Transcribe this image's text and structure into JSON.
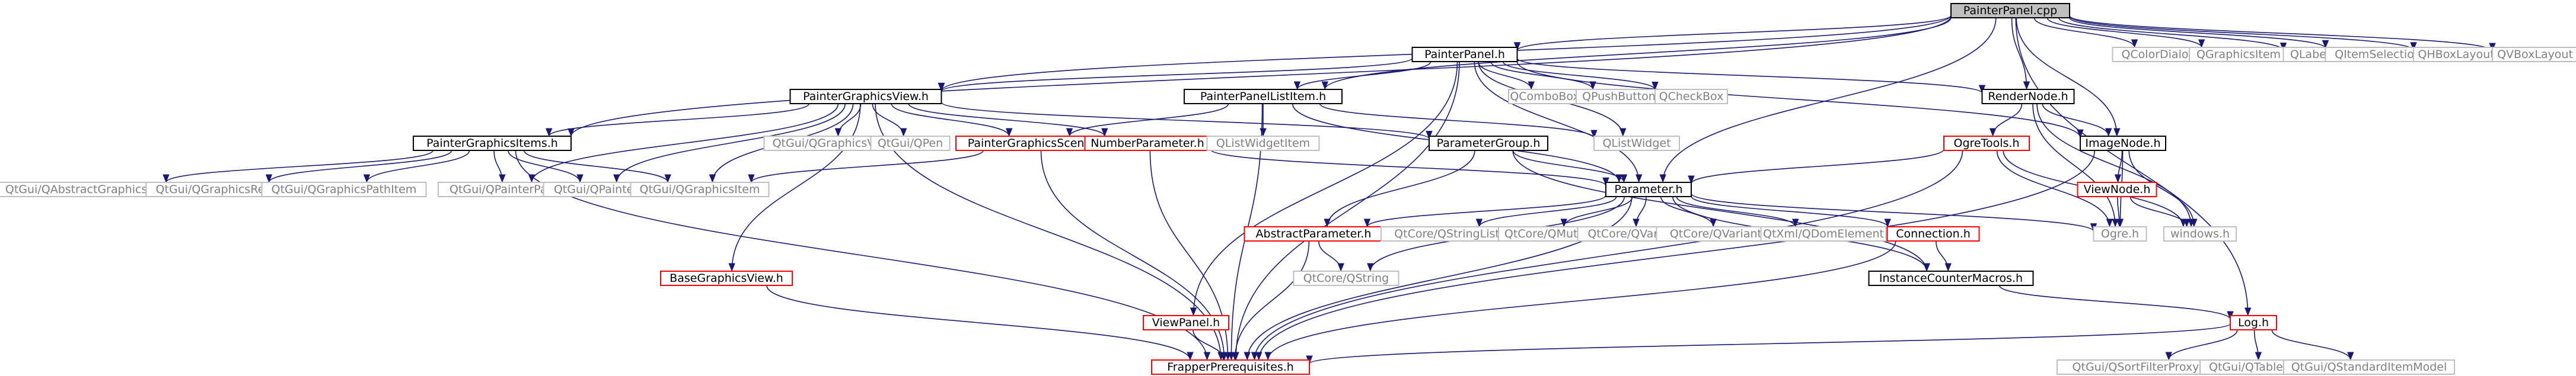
{
  "colors": {
    "edge": "#191970",
    "text_default": "#000000",
    "text_external": "#7f7f7f",
    "border_default": "#000000",
    "border_missing": "#ff0000",
    "border_external": "#bfbfbf",
    "fill_root": "#bfbfbf",
    "fill_default": "#ffffff"
  },
  "nodes": [
    {
      "id": "root",
      "label": "PainterPanel.cpp",
      "style": "root"
    },
    {
      "id": "ppanel_h",
      "label": "PainterPanel.h",
      "style": "normal"
    },
    {
      "id": "qcolordialog",
      "label": "QColorDialog",
      "style": "external"
    },
    {
      "id": "qgraphicsitem",
      "label": "QGraphicsItem",
      "style": "external"
    },
    {
      "id": "qlabel",
      "label": "QLabel",
      "style": "external"
    },
    {
      "id": "qitemselection",
      "label": "QItemSelection",
      "style": "external"
    },
    {
      "id": "qhboxlayout",
      "label": "QHBoxLayout",
      "style": "external"
    },
    {
      "id": "qvboxlayout",
      "label": "QVBoxLayout",
      "style": "external"
    },
    {
      "id": "qcombobox",
      "label": "QComboBox",
      "style": "external"
    },
    {
      "id": "qpushbutton",
      "label": "QPushButton",
      "style": "external"
    },
    {
      "id": "qcheckbox",
      "label": "QCheckBox",
      "style": "external"
    },
    {
      "id": "rendernode",
      "label": "RenderNode.h",
      "style": "normal"
    },
    {
      "id": "pgview",
      "label": "PainterGraphicsView.h",
      "style": "normal"
    },
    {
      "id": "pplistitem",
      "label": "PainterPanelListItem.h",
      "style": "normal"
    },
    {
      "id": "pgitems",
      "label": "PainterGraphicsItems.h",
      "style": "normal"
    },
    {
      "id": "qtgui_qgview",
      "label": "QtGui/QGraphicsView",
      "style": "external"
    },
    {
      "id": "qtgui_qpen",
      "label": "QtGui/QPen",
      "style": "external"
    },
    {
      "id": "pgscene",
      "label": "PainterGraphicsScene.h",
      "style": "missing"
    },
    {
      "id": "numparam",
      "label": "NumberParameter.h",
      "style": "missing"
    },
    {
      "id": "qlistwidgetitem",
      "label": "QListWidgetItem",
      "style": "external"
    },
    {
      "id": "paramgroup",
      "label": "ParameterGroup.h",
      "style": "normal"
    },
    {
      "id": "qlistwidget",
      "label": "QListWidget",
      "style": "external"
    },
    {
      "id": "ogretools",
      "label": "OgreTools.h",
      "style": "missing"
    },
    {
      "id": "imagenode",
      "label": "ImageNode.h",
      "style": "normal"
    },
    {
      "id": "viewnode",
      "label": "ViewNode.h",
      "style": "missing"
    },
    {
      "id": "ogre_h",
      "label": "Ogre.h",
      "style": "external"
    },
    {
      "id": "windows_h",
      "label": "windows.h",
      "style": "external"
    },
    {
      "id": "qabsgfxshape",
      "label": "QtGui/QAbstractGraphicsShapeItem",
      "style": "external"
    },
    {
      "id": "qgfxrect",
      "label": "QtGui/QGraphicsRectItem",
      "style": "external"
    },
    {
      "id": "qgfxpath",
      "label": "QtGui/QGraphicsPathItem",
      "style": "external"
    },
    {
      "id": "qpainterpath",
      "label": "QtGui/QPainterPath",
      "style": "external"
    },
    {
      "id": "qpainter",
      "label": "QtGui/QPainter",
      "style": "external"
    },
    {
      "id": "qtgui_qgfxitem",
      "label": "QtGui/QGraphicsItem",
      "style": "external"
    },
    {
      "id": "parameter",
      "label": "Parameter.h",
      "style": "normal"
    },
    {
      "id": "absparam",
      "label": "AbstractParameter.h",
      "style": "missing"
    },
    {
      "id": "qstringlist",
      "label": "QtCore/QStringList",
      "style": "external"
    },
    {
      "id": "qmutex",
      "label": "QtCore/QMutex",
      "style": "external"
    },
    {
      "id": "qvariant",
      "label": "QtCore/QVariant",
      "style": "external"
    },
    {
      "id": "qvariantlist",
      "label": "QtCore/QVariantList",
      "style": "external"
    },
    {
      "id": "qdomelement",
      "label": "QtXml/QDomElement",
      "style": "external"
    },
    {
      "id": "connection",
      "label": "Connection.h",
      "style": "missing"
    },
    {
      "id": "qstring",
      "label": "QtCore/QString",
      "style": "external"
    },
    {
      "id": "icmacros",
      "label": "InstanceCounterMacros.h",
      "style": "normal"
    },
    {
      "id": "bgview",
      "label": "BaseGraphicsView.h",
      "style": "missing"
    },
    {
      "id": "viewpanel",
      "label": "ViewPanel.h",
      "style": "missing"
    },
    {
      "id": "log_h",
      "label": "Log.h",
      "style": "missing"
    },
    {
      "id": "frapper_prereq",
      "label": "FrapperPrerequisites.h",
      "style": "missing"
    },
    {
      "id": "qsortfilter",
      "label": "QtGui/QSortFilterProxyModel",
      "style": "external"
    },
    {
      "id": "qtableview",
      "label": "QtGui/QTableView",
      "style": "external"
    },
    {
      "id": "qstditem",
      "label": "QtGui/QStandardItemModel",
      "style": "external"
    }
  ],
  "edges": [
    [
      "root",
      "ppanel_h"
    ],
    [
      "root",
      "qcolordialog"
    ],
    [
      "root",
      "qgraphicsitem"
    ],
    [
      "root",
      "qlabel"
    ],
    [
      "root",
      "qitemselection"
    ],
    [
      "root",
      "qhboxlayout"
    ],
    [
      "root",
      "qvboxlayout"
    ],
    [
      "root",
      "rendernode"
    ],
    [
      "root",
      "imagenode"
    ],
    [
      "root",
      "pgview"
    ],
    [
      "root",
      "pplistitem"
    ],
    [
      "root",
      "pgitems"
    ],
    [
      "root",
      "parameter"
    ],
    [
      "root",
      "log_h"
    ],
    [
      "ppanel_h",
      "qcombobox"
    ],
    [
      "ppanel_h",
      "qpushbutton"
    ],
    [
      "ppanel_h",
      "qcheckbox"
    ],
    [
      "ppanel_h",
      "qlistwidget"
    ],
    [
      "ppanel_h",
      "pgview"
    ],
    [
      "ppanel_h",
      "pplistitem"
    ],
    [
      "ppanel_h",
      "rendernode"
    ],
    [
      "ppanel_h",
      "imagenode"
    ],
    [
      "ppanel_h",
      "frapper_prereq"
    ],
    [
      "ppanel_h",
      "viewpanel"
    ],
    [
      "ppanel_h",
      "parameter"
    ],
    [
      "rendernode",
      "ogretools"
    ],
    [
      "rendernode",
      "imagenode"
    ],
    [
      "rendernode",
      "ogre_h"
    ],
    [
      "rendernode",
      "windows_h"
    ],
    [
      "imagenode",
      "viewnode"
    ],
    [
      "imagenode",
      "ogre_h"
    ],
    [
      "imagenode",
      "windows_h"
    ],
    [
      "imagenode",
      "frapper_prereq"
    ],
    [
      "viewnode",
      "ogre_h"
    ],
    [
      "viewnode",
      "windows_h"
    ],
    [
      "ogretools",
      "parameter"
    ],
    [
      "ogretools",
      "ogre_h"
    ],
    [
      "ogretools",
      "windows_h"
    ],
    [
      "ogretools",
      "frapper_prereq"
    ],
    [
      "pgview",
      "pgitems"
    ],
    [
      "pgview",
      "qtgui_qgview"
    ],
    [
      "pgview",
      "qtgui_qpen"
    ],
    [
      "pgview",
      "pgscene"
    ],
    [
      "pgview",
      "numparam"
    ],
    [
      "pgview",
      "paramgroup"
    ],
    [
      "pgview",
      "bgview"
    ],
    [
      "pgview",
      "frapper_prereq"
    ],
    [
      "pgview",
      "qpainterpath"
    ],
    [
      "pgview",
      "qpainter"
    ],
    [
      "pgview",
      "qtgui_qgfxitem"
    ],
    [
      "pplistitem",
      "qlistwidgetitem"
    ],
    [
      "pplistitem",
      "pgscene"
    ],
    [
      "pplistitem",
      "parameter"
    ],
    [
      "pplistitem",
      "qlistwidget"
    ],
    [
      "pplistitem",
      "frapper_prereq"
    ],
    [
      "pgitems",
      "qabsgfxshape"
    ],
    [
      "pgitems",
      "qgfxrect"
    ],
    [
      "pgitems",
      "qgfxpath"
    ],
    [
      "pgitems",
      "qpainterpath"
    ],
    [
      "pgitems",
      "qpainter"
    ],
    [
      "pgitems",
      "qtgui_qgfxitem"
    ],
    [
      "pgitems",
      "frapper_prereq"
    ],
    [
      "pgscene",
      "qtgui_qgfxitem"
    ],
    [
      "pgscene",
      "frapper_prereq"
    ],
    [
      "numparam",
      "parameter"
    ],
    [
      "numparam",
      "frapper_prereq"
    ],
    [
      "paramgroup",
      "parameter"
    ],
    [
      "paramgroup",
      "absparam"
    ],
    [
      "paramgroup",
      "icmacros"
    ],
    [
      "parameter",
      "absparam"
    ],
    [
      "parameter",
      "qstringlist"
    ],
    [
      "parameter",
      "qmutex"
    ],
    [
      "parameter",
      "qvariant"
    ],
    [
      "parameter",
      "qvariantlist"
    ],
    [
      "parameter",
      "qdomelement"
    ],
    [
      "parameter",
      "connection"
    ],
    [
      "parameter",
      "ogre_h"
    ],
    [
      "parameter",
      "icmacros"
    ],
    [
      "parameter",
      "frapper_prereq"
    ],
    [
      "parameter",
      "qstring"
    ],
    [
      "absparam",
      "qstring"
    ],
    [
      "absparam",
      "frapper_prereq"
    ],
    [
      "connection",
      "icmacros"
    ],
    [
      "connection",
      "frapper_prereq"
    ],
    [
      "icmacros",
      "log_h"
    ],
    [
      "bgview",
      "frapper_prereq"
    ],
    [
      "viewpanel",
      "frapper_prereq"
    ],
    [
      "log_h",
      "frapper_prereq"
    ],
    [
      "log_h",
      "qsortfilter"
    ],
    [
      "log_h",
      "qtableview"
    ],
    [
      "log_h",
      "qstditem"
    ]
  ]
}
